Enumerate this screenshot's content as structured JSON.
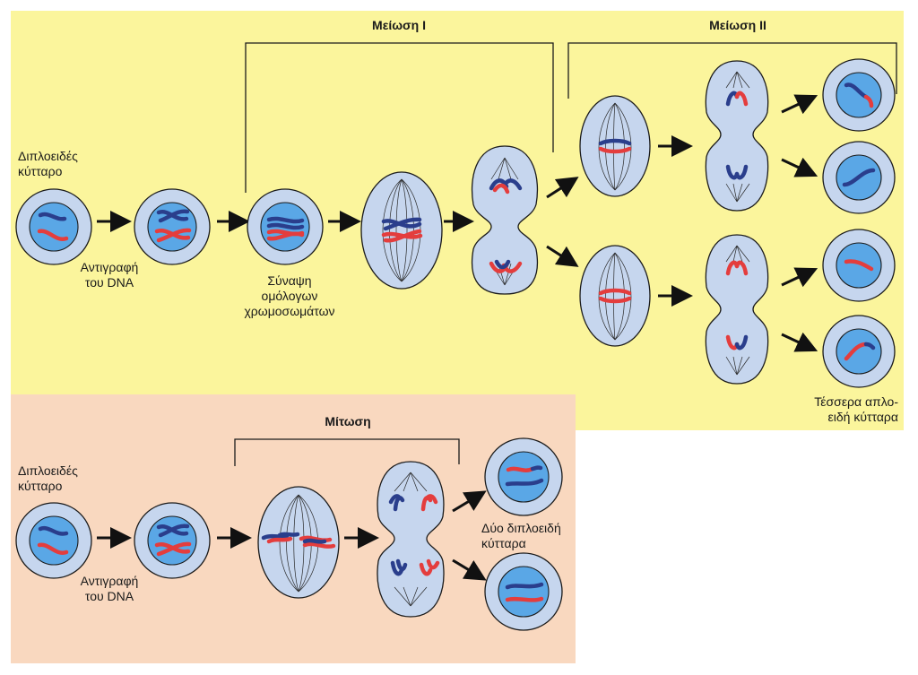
{
  "meiosis": {
    "title_1": "Μείωση I",
    "title_2": "Μείωση II",
    "diploid_cell": [
      "Διπλοειδές",
      "κύτταρο"
    ],
    "dna_replication": [
      "Αντιγραφή",
      "του DNA"
    ],
    "synapsis": [
      "Σύναψη",
      "ομόλογων",
      "χρωμοσωμάτων"
    ],
    "result": [
      "Τέσσερα απλο-",
      "ειδή κύτταρα"
    ]
  },
  "mitosis": {
    "title": "Μίτωση",
    "diploid_cell": [
      "Διπλοειδές",
      "κύτταρο"
    ],
    "dna_replication": [
      "Αντιγραφή",
      "του DNA"
    ],
    "result": [
      "Δύο διπλοειδή",
      "κύτταρα"
    ]
  },
  "colors": {
    "meiosis_bg": "#fbf59c",
    "mitosis_bg": "#f9d8bf",
    "cell": "#c6d6ee",
    "nucleus": "#5aa7e6",
    "chromosome_maternal": "#2a3e8c",
    "chromosome_paternal": "#e43d3d"
  }
}
